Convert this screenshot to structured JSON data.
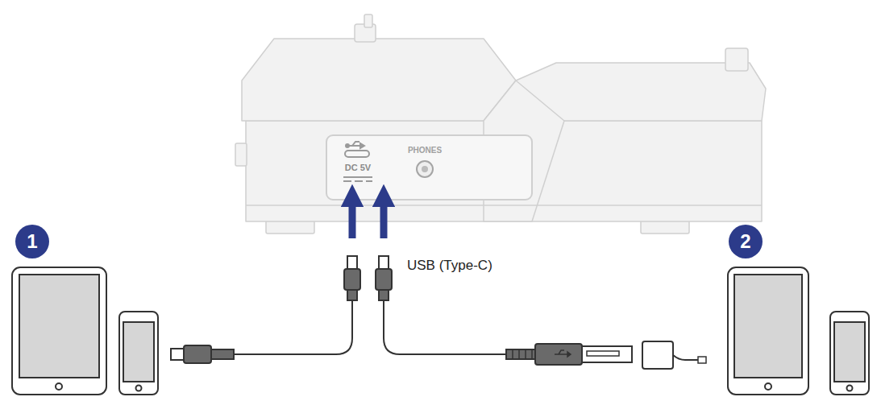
{
  "diagram": {
    "nodes": [
      {
        "text": [
          "1"
        ]
      },
      {
        "text": [
          "2"
        ]
      }
    ],
    "labels": [
      "DC 5V",
      "PHONES",
      "USB (Type-C)"
    ]
  }
}
